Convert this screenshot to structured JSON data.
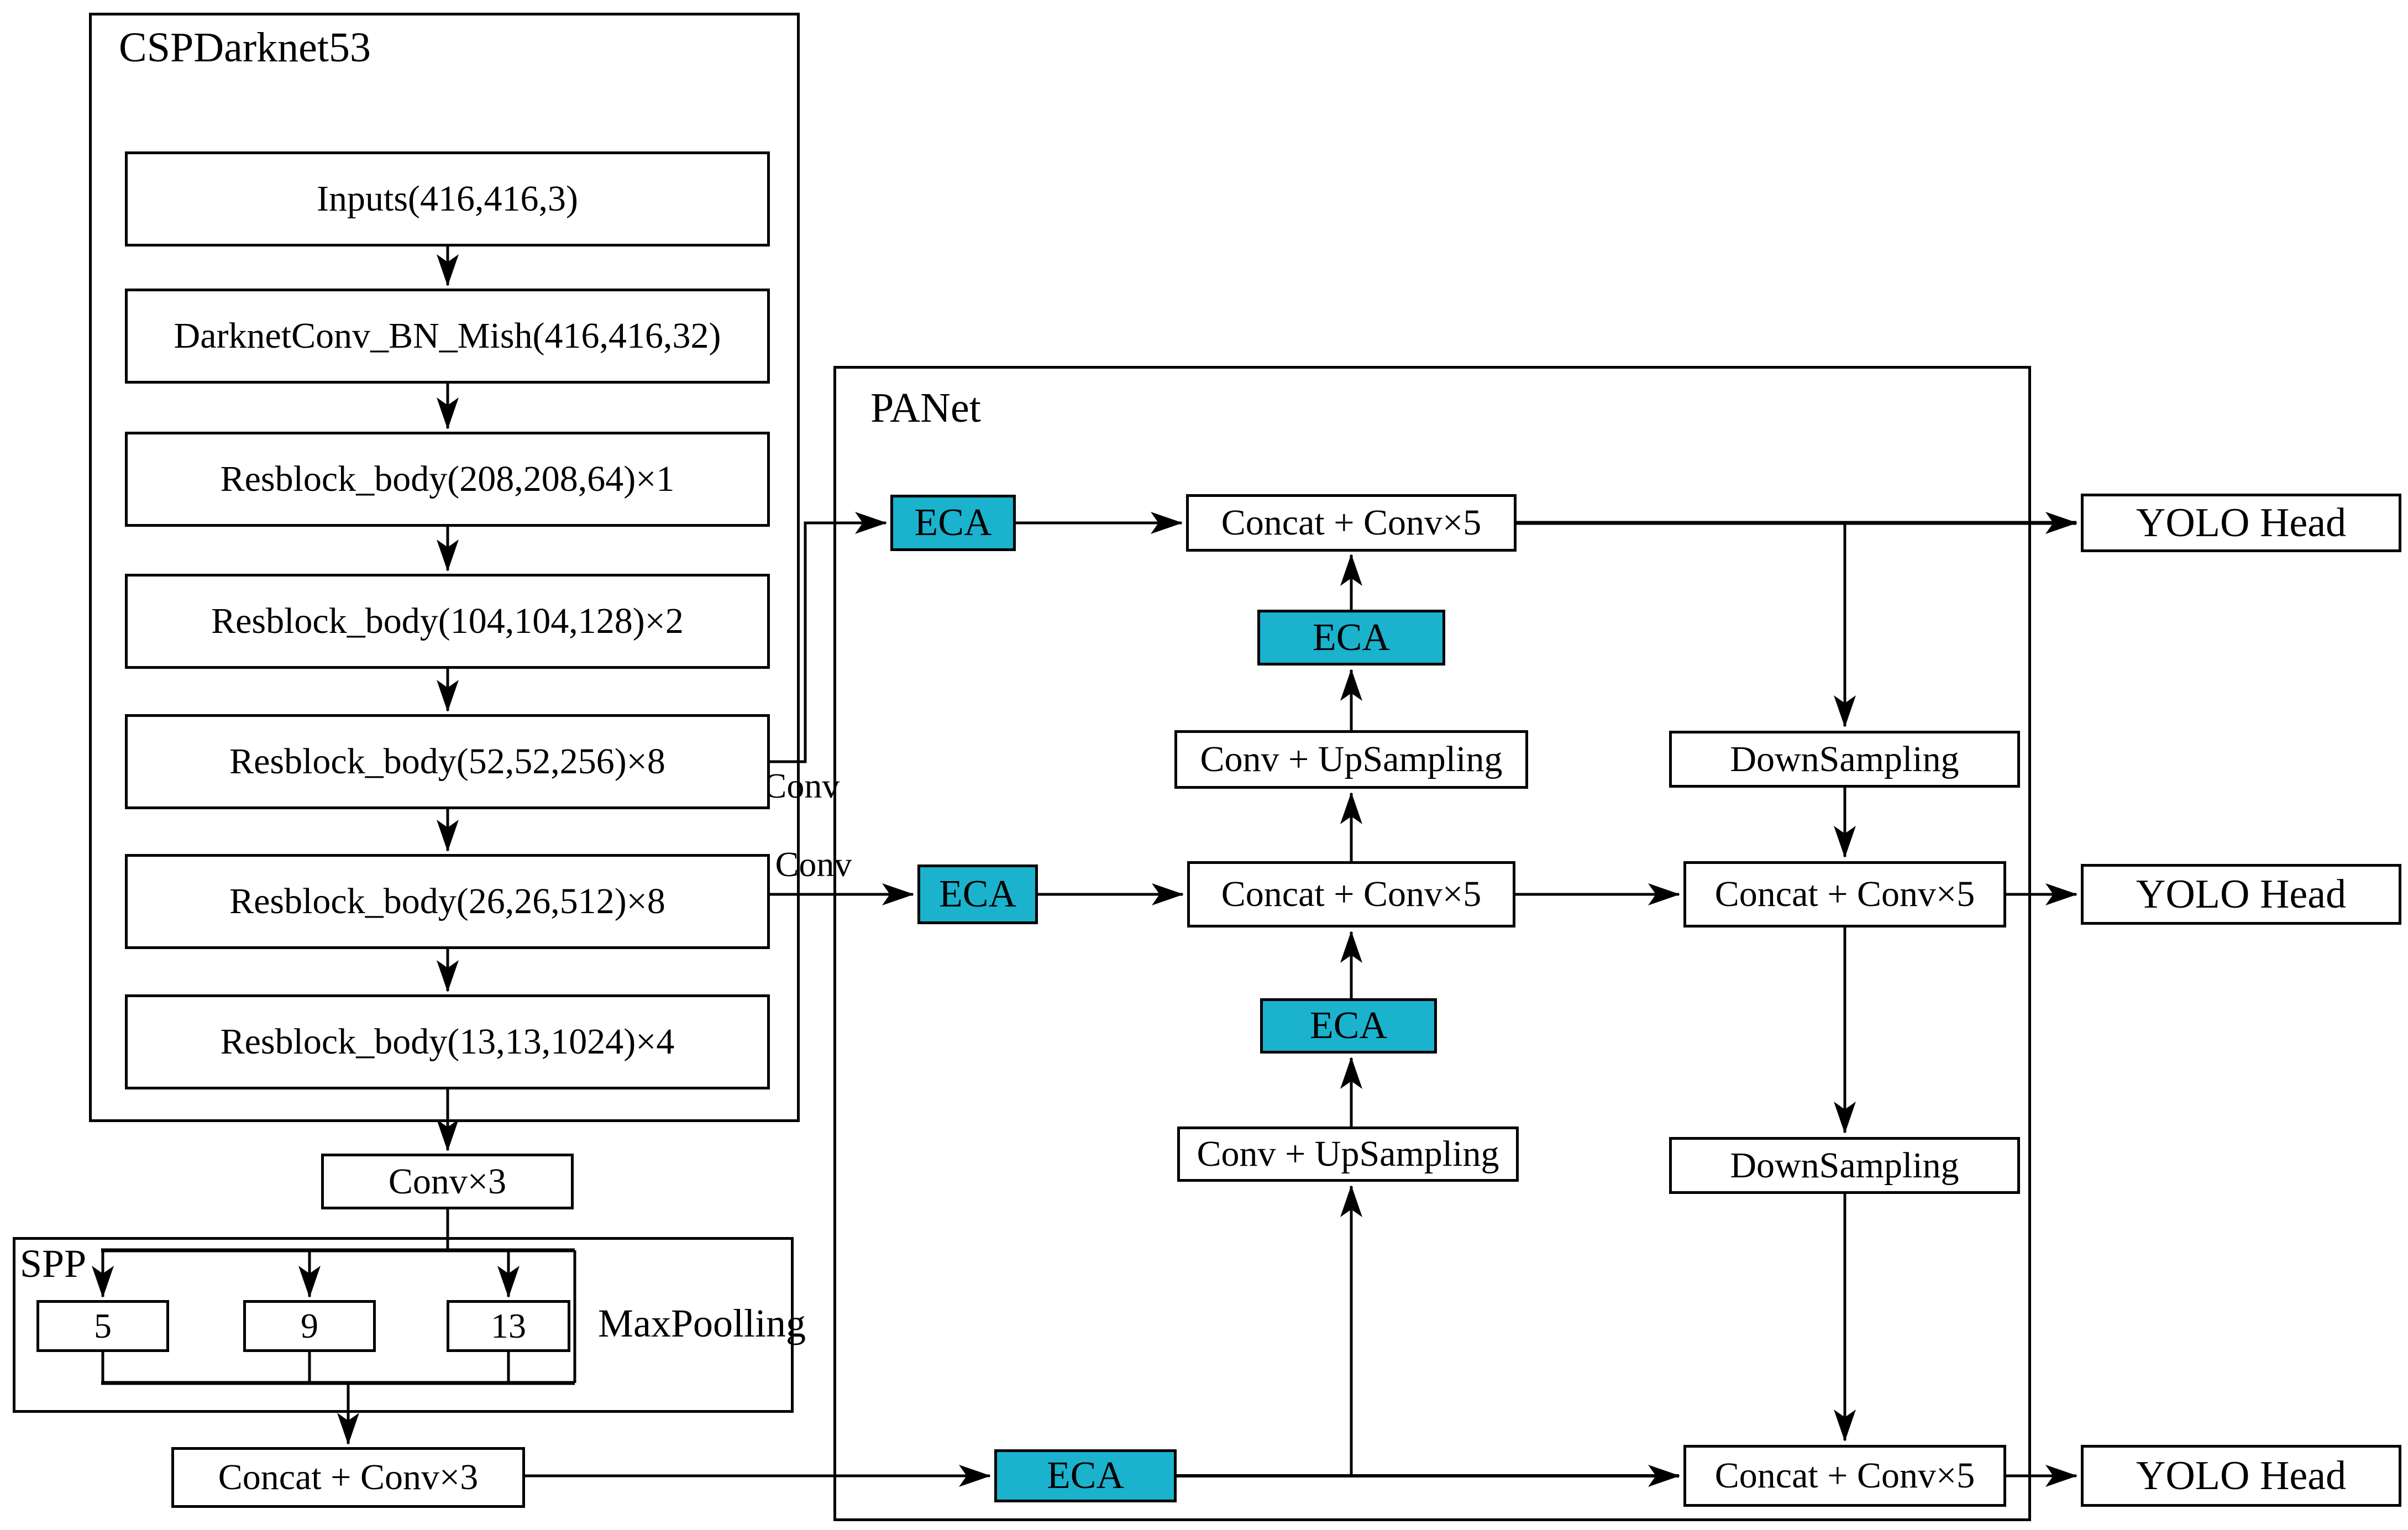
{
  "diagram": {
    "backbone": {
      "title": "CSPDarknet53",
      "layers": [
        "Inputs(416,416,3)",
        "DarknetConv_BN_Mish(416,416,32)",
        "Resblock_body(208,208,64)×1",
        "Resblock_body(104,104,128)×2",
        "Resblock_body(52,52,256)×8",
        "Resblock_body(26,26,512)×8",
        "Resblock_body(13,13,1024)×4"
      ]
    },
    "conv3_label": "Conv×3",
    "conv_branch_label": "Conv",
    "spp": {
      "title": "SPP",
      "pool_sizes": [
        "5",
        "9",
        "13"
      ],
      "pooling_label": "MaxPoolling"
    },
    "concat_conv3_label": "Concat + Conv×3",
    "panet": {
      "title": "PANet",
      "eca_label": "ECA",
      "concat_conv5_label": "Concat + Conv×5",
      "conv_upsampling_label": "Conv + UpSampling",
      "downsampling_label": "DownSampling"
    },
    "yolo_head_label": "YOLO Head",
    "colors": {
      "eca_fill": "#1ab2cd",
      "line": "#000000",
      "background": "#ffffff"
    }
  }
}
